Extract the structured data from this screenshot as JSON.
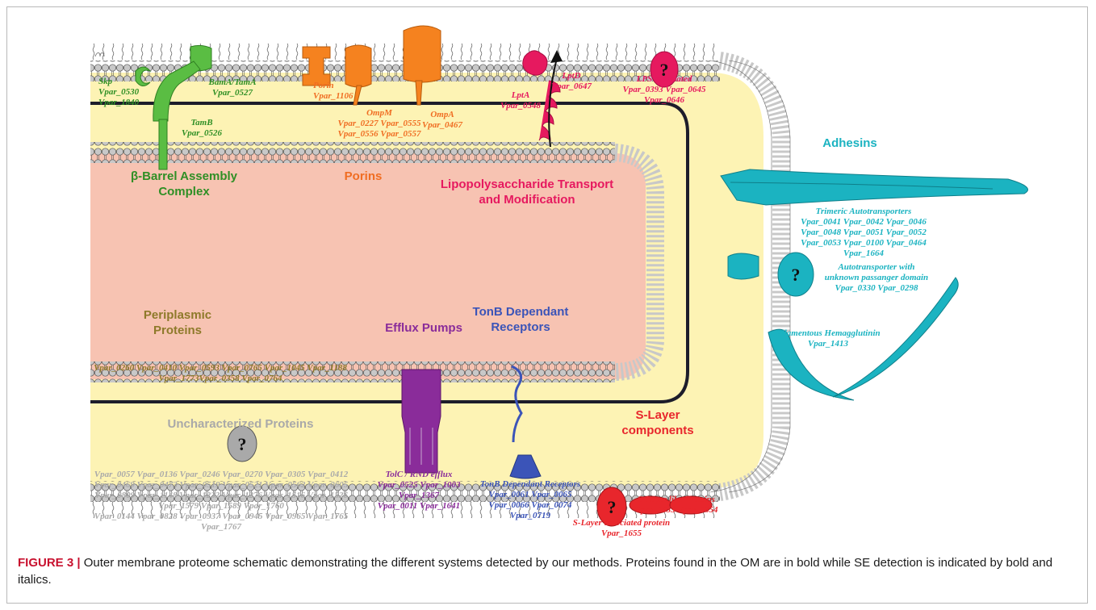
{
  "colors": {
    "periplasm": "#fdf3b4",
    "cytoplasm": "#f7c3b2",
    "lipid_head": "#c8c8c8",
    "bam": "#5abd43",
    "porin": "#f5821f",
    "lpt": "#e6195f",
    "adhesin": "#1bb3c1",
    "efflux": "#8a2c9a",
    "tonb": "#3b54b8",
    "slayer": "#e8262c",
    "uncharacterized": "#a9a9a9",
    "periplasmic_text": "#8e7a2a"
  },
  "icons": [
    "question-mark-icon",
    "lipid-bilayer",
    "arrow-icon"
  ],
  "headers": {
    "bam": "β-Barrel Assembly\nComplex",
    "porins": "Porins",
    "lps": "Lipopolysaccharide Transport\nand Modification",
    "adhesins": "Adhesins",
    "periplasmic": "Periplasmic\nProteins",
    "efflux": "Efflux Pumps",
    "tonb": "TonB Dependant\nReceptors",
    "uncharacterized": "Uncharacterized Proteins",
    "slayer": "S-Layer\ncomponents"
  },
  "labels": {
    "skp": "Skp\nVpar_0530\nVpar_1840",
    "bama": "BamA/TamA\nVpar_0527",
    "tamb": "TamB\nVpar_0526",
    "porin": "Porin\nVpar_1106",
    "ompm": "OmpM\nVpar_0227 Vpar_0555\nVpar_0556 Vpar_0557",
    "ompa": "OmpA\nVpar_0467",
    "lpta": "LptA\nVpar_0548",
    "lptd": "LptD\nVpar_0647",
    "lps_assoc": "LPS associated\nVpar_0393 Vpar_0645\nVpar_0646",
    "trimeric": "Trimeric Autotransporters\nVpar_0041 Vpar_0042 Vpar_0046\nVpar_0048 Vpar_0051 Vpar_0052\nVpar_0053 Vpar_0100 Vpar_0464\nVpar_1664",
    "autotransporter": "Autotransporter with\nunknown passanger domain\nVpar_0330 Vpar_0298",
    "hemagglutinin": "Filamentous Hemagglutinin\nVpar_1413",
    "periplasmic_ids": "Vpar_0260 Vpar_0410 Vpar_0593 Vpar_0765 Vpar_1045 Vpar_1188\nVpar_1773Vpar_0358 Vpar_0764",
    "uncharacterized_ids": "Vpar_0057 Vpar_0136 Vpar_0246 Vpar_0270 Vpar_0305 Vpar_0412\nVpar_0469 Vpar_0473 Vpar_0519 Vpar_0521 Vpar_0562 Vpar_0605\nVpar_0809 Vpar_1148 Vpar_1232 Vpar_1276 Vpar_1516 Vpar_1526\nVpar_1579 Vpar_1589 Vpar_1760\nVpar_0144 Vpar_0828 Vpar_0937 Vpar_0945 Vpar_0965 Vpar_1765\nVpar_1767",
    "tolc": "TolC / RND efflux\nVpar_0525 Vpar_1003\nVpar_1367\nVpar_0011 Vpar_1641",
    "tonb_ids": "TonB Dependant Receptors\nVpar_0061 Vpar_0065\nVpar_0066 Vpar_0074\nVpar_0719",
    "slayer_assoc": "S-Layer associated protein\nVpar_1655",
    "slayer_like": "S-Layer like Proteins\nVpar_1653 Vpar_1654"
  },
  "question_mark": "?",
  "caption": {
    "figure": "FIGURE 3 |",
    "text": " Outer membrane proteome schematic demonstrating the different systems detected by our methods. Proteins found in the OM are in bold while SE detection is indicated by bold and italics."
  }
}
